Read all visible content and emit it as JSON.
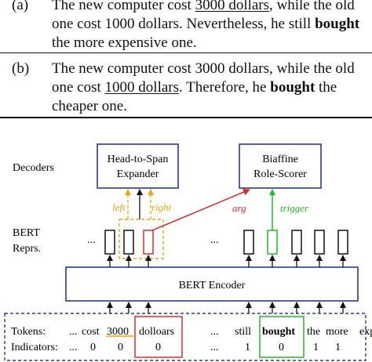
{
  "examples": [
    {
      "label": "(a)",
      "pre": "The new computer cost ",
      "highlight": "3000 dollars",
      "mid": ", while the old one cost 1000 dollars. Nevertheless, he still ",
      "trigger": "bought",
      "post": " the more expensive one."
    },
    {
      "label": "(b)",
      "pre": "The new computer cost 3000 dollars, while the old one cost ",
      "highlight": "1000 dollars",
      "mid": ". Therefore, he ",
      "trigger": "bought",
      "post": " the cheaper one."
    }
  ],
  "diagram": {
    "decoders_label": "Decoders",
    "expander_label": [
      "Head-to-Span",
      "Expander"
    ],
    "scorer_label": [
      "Biaffine",
      "Role-Scorer"
    ],
    "bert_repr_label": [
      "BERT",
      "Reprs."
    ],
    "encoder_label": "BERT Encoder",
    "left_label": "left",
    "right_label": "right",
    "arg_label": "arg",
    "trigger_label": "trigger",
    "ellipsis": "...",
    "tokens_label": "Tokens:",
    "indicators_label": "Indicators:",
    "tokens": [
      "...",
      "cost",
      "3000",
      "dolloars",
      "...",
      "still",
      "bought",
      "the",
      "more",
      "expensive"
    ],
    "indicators": [
      "...",
      "0",
      "0",
      "0",
      "...",
      "1",
      "0",
      "1",
      "1"
    ],
    "colors": {
      "box": "#2a3a8f",
      "span": "#e8a317",
      "arg": "#d0312d",
      "trigger": "#2bb32b",
      "ink": "#111111"
    }
  }
}
